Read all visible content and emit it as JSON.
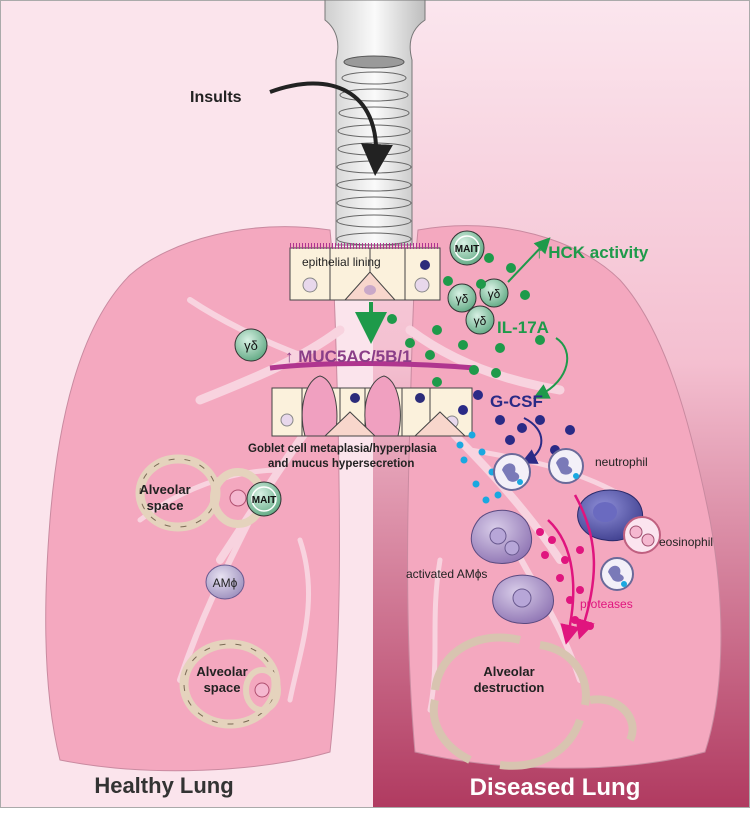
{
  "labels": {
    "insults": "Insults",
    "epithelial_lining": "epithelial lining",
    "hck_activity": "HCK activity",
    "il17a": "IL-17A",
    "muc5ac": "MUC5AC/5B/1",
    "gcsf": "G-CSF",
    "goblet_line1": "Goblet cell metaplasia/hyperplasia",
    "goblet_line2": "and mucus hypersecretion",
    "neutrophil": "neutrophil",
    "eosinophil": "eosinophil",
    "activated_am": "activated AMϕs",
    "proteases": "proteases",
    "alveolar_destruction_1": "Alveolar",
    "alveolar_destruction_2": "destruction",
    "alveolar_space_a1": "Alveolar",
    "alveolar_space_a2": "space",
    "alveolar_space_b1": "Alveolar",
    "alveolar_space_b2": "space",
    "am": "AMϕ",
    "mait": "MAIT",
    "gd": "γδ",
    "healthy_lung": "Healthy Lung",
    "diseased_lung": "Diseased Lung"
  },
  "colors": {
    "healthy_bg": "#fbe4ec",
    "diseased_top": "#fbe6ee",
    "diseased_bottom": "#b03a60",
    "lung": "#f4a8bf",
    "green": "#1e9a4a",
    "purple": "#8a3e88",
    "navy": "#2a2a86",
    "magenta": "#e0157e",
    "cyan": "#1aa8e0"
  }
}
